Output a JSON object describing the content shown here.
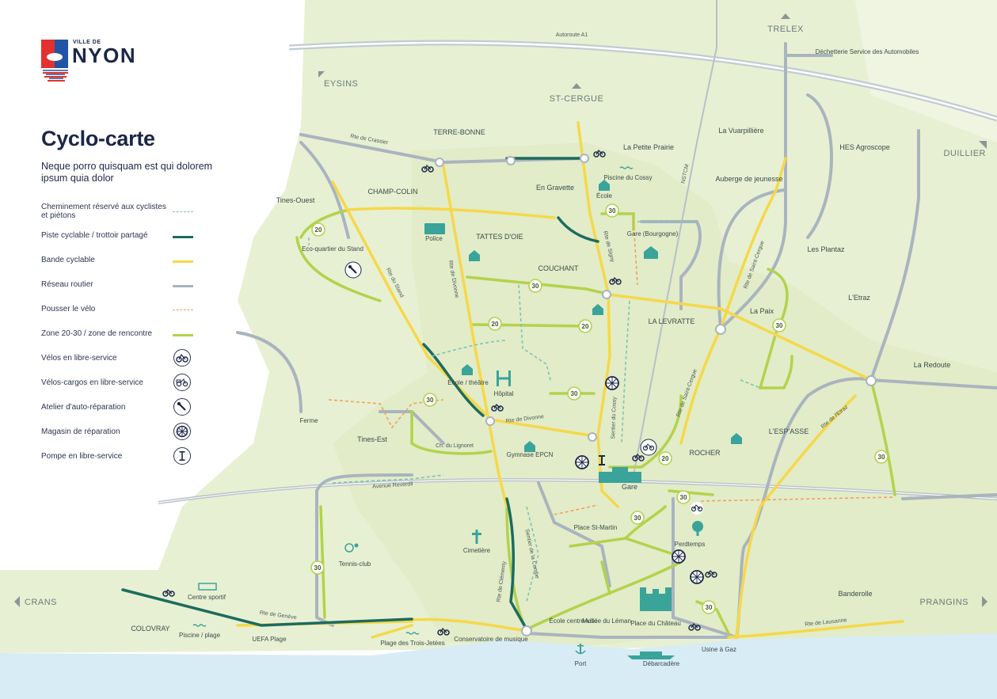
{
  "logo": {
    "small": "VILLE DE",
    "main": "NYON"
  },
  "legend": {
    "title": "Cyclo-carte",
    "subtitle": "Neque porro quisquam est qui dolorem ipsum quia dolor",
    "items": [
      {
        "label": "Cheminement réservé aux cyclistes et piétons",
        "kind": "dash",
        "color": "#7cc4b4"
      },
      {
        "label": "Piste cyclable / trottoir partagé",
        "kind": "line",
        "color": "#1c6b5f"
      },
      {
        "label": "Bande cyclable",
        "kind": "line",
        "color": "#f5d84a"
      },
      {
        "label": "Réseau routier",
        "kind": "line",
        "color": "#a9b4bf"
      },
      {
        "label": "Pousser le vélo",
        "kind": "dash",
        "color": "#f0a35a"
      },
      {
        "label": "Zone 20-30 / zone de rencontre",
        "kind": "line",
        "color": "#b3d24c"
      },
      {
        "label": "Vélos en libre-service",
        "kind": "icon",
        "icon": "bike-icon"
      },
      {
        "label": "Vélos-cargos en libre-service",
        "kind": "icon",
        "icon": "cargo-bike-icon"
      },
      {
        "label": "Atelier d'auto-réparation",
        "kind": "icon",
        "icon": "wrench-icon"
      },
      {
        "label": "Magasin de réparation",
        "kind": "icon",
        "icon": "wheel-icon"
      },
      {
        "label": "Pompe en libre-service",
        "kind": "icon",
        "icon": "pump-icon"
      }
    ]
  },
  "colors": {
    "land": "#e8f0d3",
    "land_light": "#f0f5e2",
    "water": "#d7ecf5",
    "road": "#a9b4bf",
    "bike_lane": "#f5d84a",
    "bike_track": "#1c6b5f",
    "zone": "#b3d24c",
    "push": "#f0a35a",
    "shared": "#7cc4b4",
    "poi": "#3aa39a",
    "navy": "#1b2747"
  },
  "directions": [
    {
      "label": "TRELEX",
      "arrow": "up"
    },
    {
      "label": "EYSINS",
      "arrow": "upleft"
    },
    {
      "label": "ST-CERGUE",
      "arrow": "up"
    },
    {
      "label": "DUILLIER",
      "arrow": "upright"
    },
    {
      "label": "CRANS",
      "arrow": "left"
    },
    {
      "label": "PRANGINS",
      "arrow": "right"
    }
  ],
  "districts": [
    "TERRE-BONNE",
    "CHAMP-COLIN",
    "TATTES D'OIE",
    "COUCHANT",
    "LA LEVRATTE",
    "ROCHER",
    "L'ESP'ASSE",
    "COLOVRAY",
    "Tines-Est"
  ],
  "places": [
    "La Petite Prairie",
    "En Gravette",
    "La Vuarpillière",
    "Auberge de jeunesse",
    "HES Agroscope",
    "Tines-Ouest",
    "Les Plantaz",
    "L'Etraz",
    "La Paix",
    "La Redoute",
    "Ferme",
    "Banderolle",
    "Eco-quartier du Stand",
    "Déchetterie Service des Automobiles",
    "Piscine du Cossy",
    "École",
    "Police",
    "Gare (Bourgogne)",
    "Hôpital",
    "École / théâtre",
    "Gymnase EPCN",
    "Gare",
    "Place St-Martin",
    "Perdtemps",
    "Cimetière",
    "Tennis-club",
    "Centre sportif",
    "Piscine / plage",
    "UEFA Plage",
    "Plage des Trois-Jetées",
    "Conservatoire de musique",
    "Port",
    "École centre-ville",
    "Musée du Léman",
    "Place du Château",
    "Débarcadère",
    "Usine à Gaz"
  ],
  "roads": [
    "Autoroute A1",
    "Rte de Crassier",
    "Rte du Stand",
    "Rte de Divonne",
    "Rte de Signy",
    "NSTCM",
    "Rte de Saint-Cergue",
    "Sentier du Cossy",
    "Rte de l'Etraz",
    "Ch. du Lignoret",
    "Avenue Reverdil",
    "Sentier de la Combe",
    "Rte de Clémenty",
    "Rte de Genève",
    "Rte de Lausanne"
  ],
  "zones": [
    "20",
    "30"
  ]
}
